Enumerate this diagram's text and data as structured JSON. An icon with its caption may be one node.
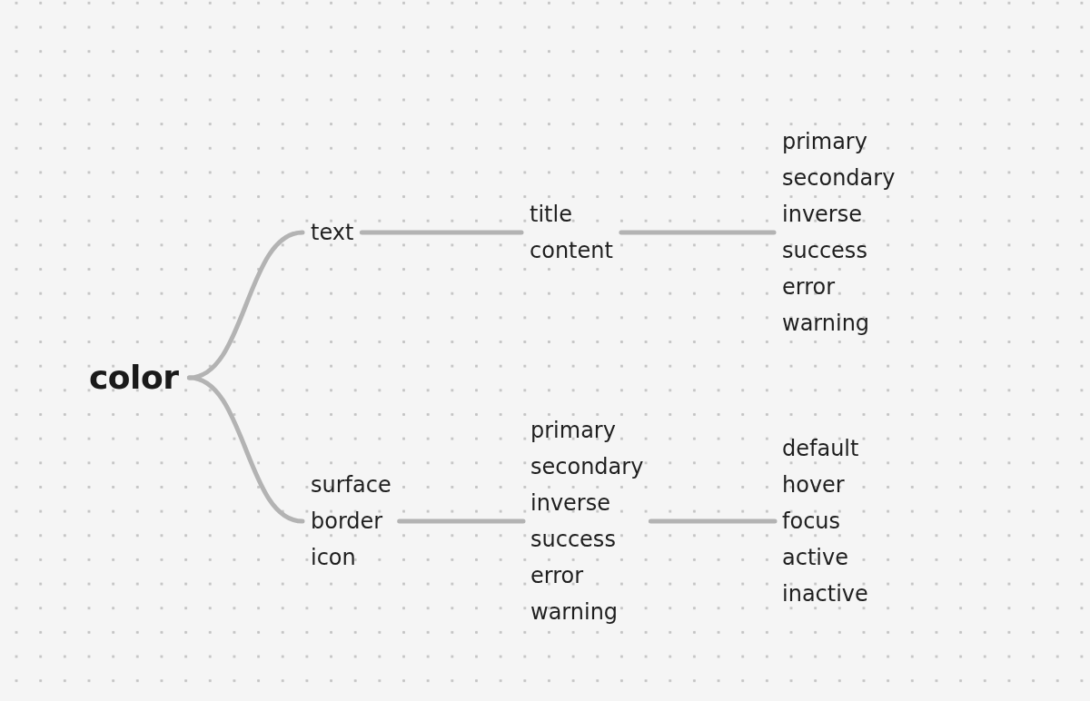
{
  "diagram": {
    "nodes": [
      {
        "text": [
          "color"
        ]
      },
      {
        "text": [
          "text"
        ]
      },
      {
        "text": [
          "title",
          "content"
        ]
      },
      {
        "text": [
          "primary",
          "secondary",
          "inverse",
          "success",
          "error",
          "warning"
        ]
      },
      {
        "text": [
          "surface",
          "border",
          "icon"
        ]
      },
      {
        "text": [
          "primary",
          "secondary",
          "inverse",
          "success",
          "error",
          "warning"
        ]
      },
      {
        "text": [
          "default",
          "hover",
          "focus",
          "active",
          "inactive"
        ]
      }
    ],
    "edges": [
      {
        "from": 0,
        "to": 1,
        "arrow": "none"
      },
      {
        "from": 0,
        "to": 4,
        "arrow": "none"
      },
      {
        "from": 1,
        "to": 2,
        "arrow": "none"
      },
      {
        "from": 2,
        "to": 3,
        "arrow": "none"
      },
      {
        "from": 4,
        "to": 5,
        "arrow": "none"
      },
      {
        "from": 5,
        "to": 6,
        "arrow": "none"
      }
    ]
  }
}
